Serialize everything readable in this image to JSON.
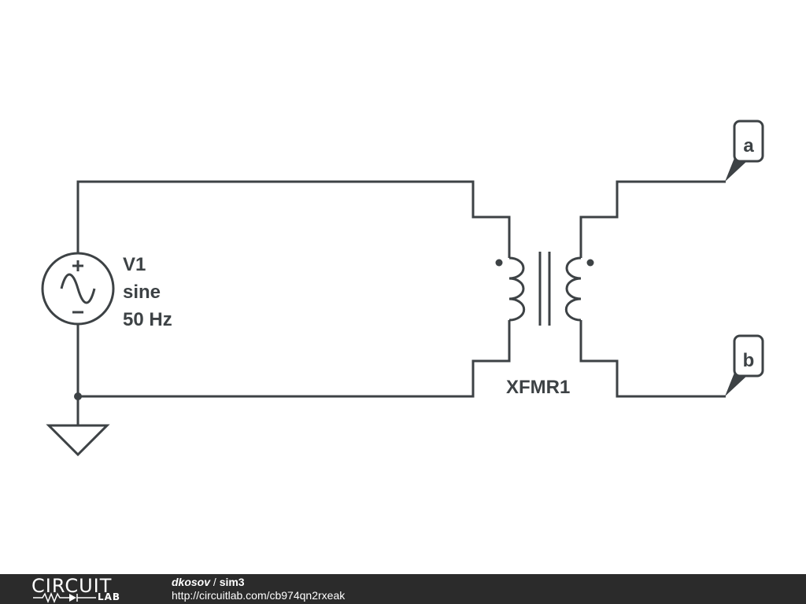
{
  "source": {
    "name": "V1",
    "type": "sine",
    "frequency": "50 Hz"
  },
  "transformer": {
    "name": "XFMR1"
  },
  "ports": {
    "a": "a",
    "b": "b"
  },
  "footer": {
    "logo_text": "CIRCUIT",
    "logo_sub": "LAB",
    "user": "dkosov",
    "separator": " / ",
    "project": "sim3",
    "url": "http://circuitlab.com/cb974qn2rxeak"
  },
  "colors": {
    "wire": "#3d4245",
    "footer_bg": "#2b2b2b",
    "footer_text": "#ffffff"
  }
}
